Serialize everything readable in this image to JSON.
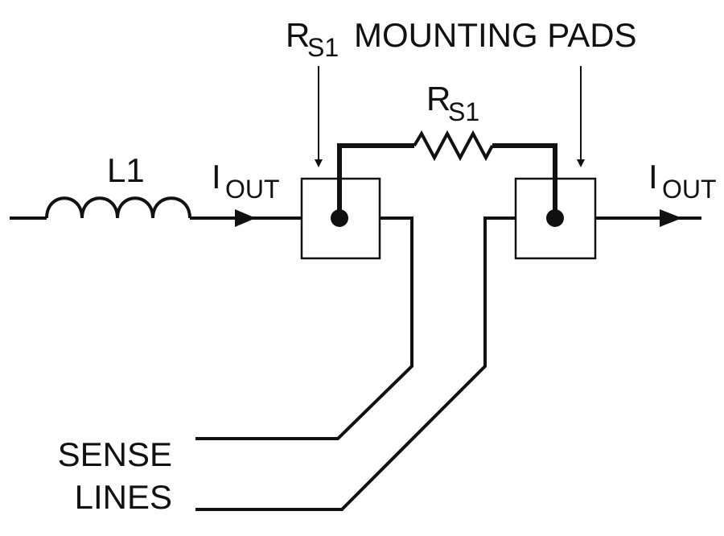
{
  "labels": {
    "title_main": "R",
    "title_sub": "S1",
    "title_rest": "MOUNTING PADS",
    "inductor": "L1",
    "resistor_main": "R",
    "resistor_sub": "S1",
    "iout_left_main": "I",
    "iout_left_sub": "OUT",
    "iout_right_main": "I",
    "iout_right_sub": "OUT",
    "sense_line1": "SENSE",
    "sense_line2": "LINES"
  },
  "colors": {
    "stroke": "#111111",
    "pad_fill": "#ffffff"
  }
}
